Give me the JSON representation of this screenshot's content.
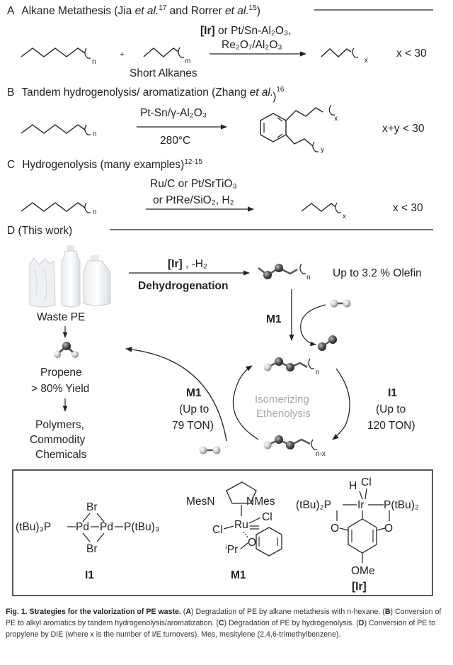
{
  "section_a": {
    "header_letter": "A",
    "header_text": "Alkane Metathesis (Jia ",
    "header_etal1": "et al.",
    "header_ref1": "17",
    "header_text2": " and Rorrer ",
    "header_etal2": "et al.",
    "header_ref2": "15",
    "header_close": ")",
    "plus": "+",
    "sub_n": "n",
    "sub_m": "m",
    "sub_x": "x",
    "short_alkanes": "Short Alkanes",
    "catalyst_line1_bold": "[Ir]",
    "catalyst_line1": " or Pt/Sn-Al₂O₃,",
    "catalyst_line2": "Re₂O₇/Al₂O₃",
    "condition": "x < 30"
  },
  "section_b": {
    "header_letter": "B",
    "header_text": "Tandem hydrogenolysis/ aromatization (Zhang ",
    "header_etal": "et al.",
    "header_ref": "16",
    "header_close": ")",
    "sub_n": "n",
    "sub_x": "x",
    "sub_y": "y",
    "catalyst": "Pt-Sn/γ-Al₂O₃",
    "temperature": "280°C",
    "condition": "x+y < 30"
  },
  "section_c": {
    "header_letter": "C",
    "header_text": "Hydrogenolysis (many examples)",
    "header_ref": "12-15",
    "sub_n": "n",
    "sub_x": "x",
    "catalyst_line1": "Ru/C or Pt/SrTiO₃",
    "catalyst_line2": "or PtRe/SiO₂, H₂",
    "condition": "x < 30"
  },
  "section_d": {
    "header_letter": "D",
    "header_text": " (This work)",
    "arrow_top_bold": "[Ir]",
    "arrow_top_rest": " , -H₂",
    "arrow_bottom": "Dehydrogenation",
    "olefin_label": "Up to 3.2  % Olefin",
    "waste_pe": "Waste PE",
    "propene": "Propene",
    "yield": "> 80% Yield",
    "polymers": "Polymers,",
    "commodity": "Commodity",
    "chemicals": "Chemicals",
    "m1_label": "M1",
    "left_m1": "M1",
    "left_up_to": "(Up to",
    "left_ton": "79 TON)",
    "center_line1": "Isomerizing",
    "center_line2": "Ethenolysis",
    "right_i1": "I1",
    "right_up_to": "(Up to",
    "right_ton": "120 TON)",
    "sub_n": "n",
    "sub_n_minus_x": "n-x"
  },
  "catalysts": {
    "i1": {
      "br_top": "Br",
      "br_bottom": "Br",
      "left_ligand": "(tBu)₃P",
      "pd": "Pd",
      "right_ligand": "P(tBu)₃",
      "name": "I1"
    },
    "m1": {
      "mesn": "MesN",
      "nmes": "NMes",
      "ru": "Ru",
      "cl_left": "Cl",
      "cl_right": "Cl",
      "ipr": "ⁱPr",
      "o": "O",
      "name": "M1"
    },
    "ir": {
      "h": "H",
      "cl": "Cl",
      "left_ligand": "(tBu)₂P",
      "ir": "Ir",
      "right_ligand": "P(tBu)₂",
      "o_left": "O",
      "o_right": "O",
      "ome": "OMe",
      "name": "[Ir]"
    }
  },
  "caption": {
    "bold": "Fig. 1. Strategies for the valorization of PE waste.",
    "a_letter": "A",
    "a_text": "Degradation of PE by alkane metathesis with n-hexane.",
    "b_letter": "B",
    "b_text": "Conversion of PE to alkyl aromatics by tandem hydrogenolysis/aromatization.",
    "c_letter": "C",
    "c_text": "Degradation of PE by hydrogenolysis.",
    "d_letter": "D",
    "d_text": "Conversion of PE to propylene by DIE (where x is the number of I/E turnovers). Mes, mesitylene (2,4,6-trimethylbenzene)."
  }
}
